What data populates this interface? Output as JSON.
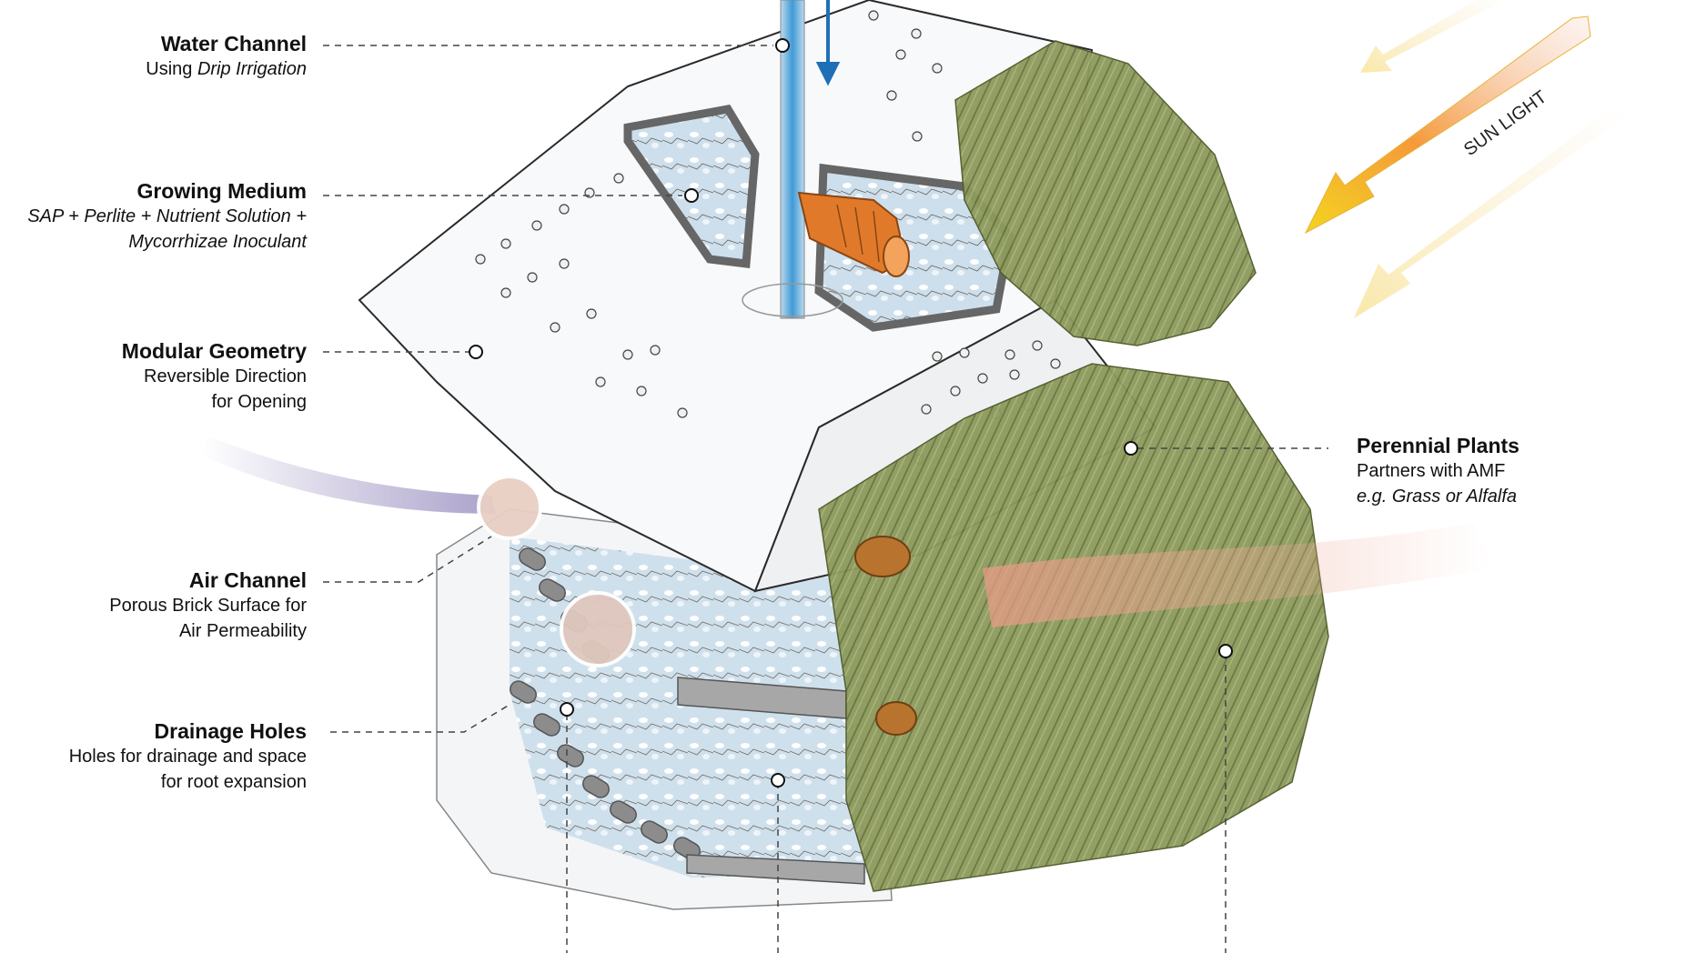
{
  "labels": {
    "water": {
      "title": "Water Channel",
      "line1_a": "Using ",
      "line1_b": "Drip Irrigation"
    },
    "growing": {
      "title": "Growing Medium",
      "line1": "SAP + Perlite + Nutrient Solution +",
      "line2": "Mycorrhizae Inoculant"
    },
    "modular": {
      "title": "Modular Geometry",
      "line1": "Reversible Direction",
      "line2": "for Opening"
    },
    "air": {
      "title": "Air Channel",
      "line1": "Porous Brick Surface for",
      "line2": "Air Permeability"
    },
    "drainage": {
      "title": "Drainage Holes",
      "line1": "Holes for drainage and space",
      "line2": "for root expansion"
    },
    "plants": {
      "title": "Perennial Plants",
      "line1": "Partners with AMF",
      "line2": "e.g. Grass or Alfalfa"
    },
    "sun": {
      "text": "SUN LIGHT"
    }
  },
  "colors": {
    "water_blue": "#2f86c9",
    "medium_blue": "#c9dcea",
    "grass_green": "#7d8b4a",
    "sun_yellow": "#f2c21b",
    "sun_orange": "#f08a35",
    "air_purple": "#8a7db6",
    "root_red": "#e79a86",
    "valve_orange": "#e07a2a"
  }
}
